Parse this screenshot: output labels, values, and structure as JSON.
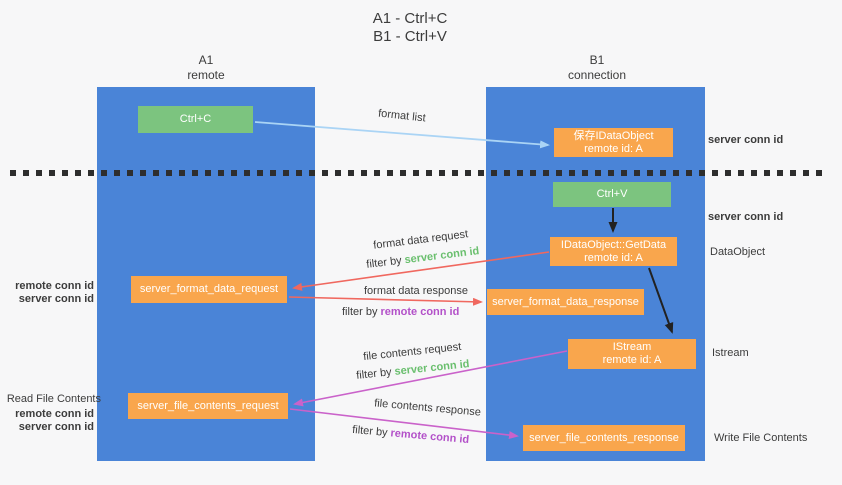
{
  "title": {
    "line1": "A1 - Ctrl+C",
    "line2": "B1 - Ctrl+V"
  },
  "columns": {
    "left": {
      "name": "A1",
      "subtitle": "remote"
    },
    "right": {
      "name": "B1",
      "subtitle": "connection"
    }
  },
  "boxes": {
    "ctrl_c": {
      "label": "Ctrl+C"
    },
    "ctrl_v": {
      "label": "Ctrl+V"
    },
    "save_dataobject": {
      "line1": "保存IDataObject",
      "line2": "remote id: A"
    },
    "getdata": {
      "line1": "IDataObject::GetData",
      "line2": "remote id: A"
    },
    "istream": {
      "line1": "IStream",
      "line2": "remote id: A"
    },
    "server_format_data_request": {
      "label": "server_format_data_request"
    },
    "server_format_data_response": {
      "label": "server_format_data_response"
    },
    "server_file_contents_request": {
      "label": "server_file_contents_request"
    },
    "server_file_contents_response": {
      "label": "server_file_contents_response"
    }
  },
  "edge_labels": {
    "format_list": "format list",
    "format_data_request": "format data request",
    "format_data_response": "format data response",
    "file_contents_request": "file contents request",
    "file_contents_response": "file contents response",
    "filter_by": "filter by",
    "server_conn_id": "server conn id",
    "remote_conn_id": "remote conn id"
  },
  "side_labels": {
    "left": {
      "remote_conn_id": "remote conn id",
      "server_conn_id": "server conn id",
      "read_file_contents": "Read File Contents"
    },
    "right": {
      "server_conn_id": "server conn id",
      "dataobject": "DataObject",
      "istream": "Istream",
      "write_file_contents": "Write File Contents"
    }
  },
  "colors": {
    "column_blue": "#4a84d7",
    "box_green": "#7cc47f",
    "box_orange": "#f9a64d",
    "arrow_light_blue": "#aad4f5",
    "arrow_red": "#f0685f",
    "arrow_purple": "#ca62ca",
    "arrow_black": "#222222",
    "text_green": "#6abf6e",
    "text_purple": "#b351c9",
    "text_dark": "#3c3c3c"
  }
}
